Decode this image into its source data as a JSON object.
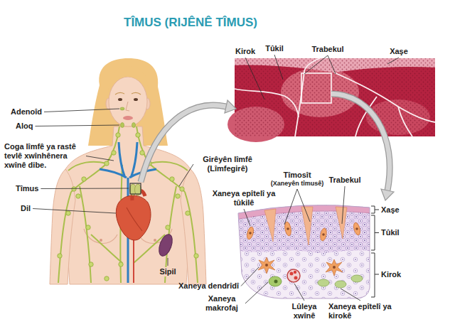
{
  "diagram": {
    "title": "TÎMUS (RIJÊNÊ TÎMUS)",
    "labels": [
      "Kirok",
      "Tûkil",
      "Trabekul",
      "Xaşe",
      "Adenoîd",
      "Aloq",
      "Coga lîmfê ya rastê tevlê xwînhênera xwînê dibe.",
      "Girêyên lîmfê (Lîmfegirê)",
      "Tîmus",
      "Dil",
      "Sipil",
      "Tîmosît",
      "(Xaneyên tîmusê)",
      "Trabekul",
      "Xaneya epîtelî ya tûkilê",
      "Xaşe",
      "Tûkil",
      "Kirok",
      "Xaneya dendrîdî",
      "Xaneya makrofaj",
      "Lûleya xwînê",
      "Xaneya epîtelî ya kirokê"
    ]
  }
}
